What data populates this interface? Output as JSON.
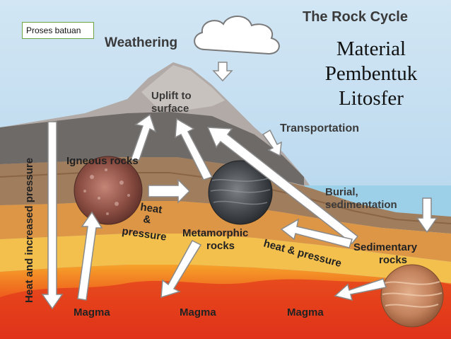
{
  "tag": {
    "text": "Proses batuan"
  },
  "overlay": {
    "line1": "Material",
    "line2": "Pembentuk",
    "line3": "Litosfer"
  },
  "diagram": {
    "title": "The Rock Cycle",
    "weathering": "Weathering",
    "uplift": [
      "Uplift to",
      "surface"
    ],
    "transportation": "Transportation",
    "igneous": "Igneous rocks",
    "heat_pressure_1": [
      "heat",
      "&",
      "pressure"
    ],
    "metamorphic": [
      "Metamorphic",
      "rocks"
    ],
    "heat_pressure_2": "heat & pressure",
    "burial": [
      "Burial,",
      "sedimentation"
    ],
    "sedimentary": [
      "Sedimentary",
      "rocks"
    ],
    "heat_increased_pressure": "Heat and increased pressure",
    "magma": [
      "Magma",
      "Magma",
      "Magma"
    ]
  },
  "colors": {
    "sky": "#b7d7ee",
    "mountain": "#b2aaa6",
    "water": "#9ccfe8",
    "brown_layer": "#a07d5c",
    "orange_layer": "#e8a24a",
    "yellow_layer": "#f6c54a",
    "magma": "#e8331e",
    "arrow_fill": "#ffffff",
    "arrow_stroke": "#9a9a9a"
  }
}
